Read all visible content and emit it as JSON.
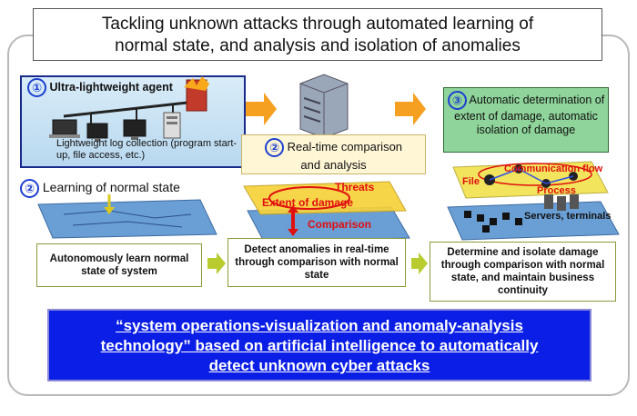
{
  "title": {
    "line1": "Tackling unknown attacks through automated learning of",
    "line2": "normal state, and analysis and isolation of anomalies"
  },
  "steps": {
    "step1": {
      "number": "①",
      "label": "Ultra-lightweight agent",
      "log": "Lightweight log collection (program start-up, file access, etc.)"
    },
    "step2_learn": {
      "number": "②",
      "label": "Learning of normal state"
    },
    "step2_realtime": {
      "number": "②",
      "line1": "Real-time comparison",
      "line2": "and analysis"
    },
    "step3": {
      "number": "③",
      "label": "Automatic determination of extent of damage, automatic isolation of damage"
    }
  },
  "analysis_labels": {
    "threats": "Threats",
    "extent": "Extent of damage",
    "comparison": "Comparison"
  },
  "network_labels": {
    "flow": "Communication flow",
    "file": "File",
    "process": "Process",
    "servers": "Servers, terminals"
  },
  "descriptions": {
    "desc1": "Autonomously learn normal state of system",
    "desc2": "Detect anomalies in real-time through comparison with normal state",
    "desc3": "Determine and isolate damage through comparison with normal state, and maintain business continuity"
  },
  "banner": {
    "line1": "“system operations-visualization and anomaly-analysis",
    "line2": "technology” based on artificial intelligence to automatically",
    "line3": "detect unknown cyber attacks"
  },
  "colors": {
    "banner": "#0b1ee6",
    "step_number": "#1e3fd0",
    "arrow": "#f5a020",
    "step3_box": "#8fd49a",
    "threat_red": "#e01010"
  }
}
